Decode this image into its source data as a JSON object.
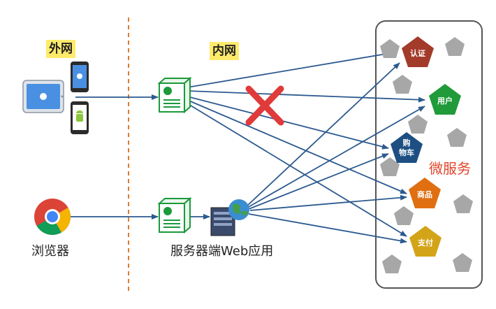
{
  "labels": {
    "external": "外网",
    "internal": "内网",
    "browser": "浏览器",
    "server_app": "服务器端Web应用",
    "microservices": "微服务"
  },
  "services": [
    {
      "key": "auth",
      "name": "认证",
      "color": "#a33b2a"
    },
    {
      "key": "user",
      "name": "用户",
      "color": "#219a3a"
    },
    {
      "key": "cart",
      "name": "购\n物车",
      "color": "#1d4f82"
    },
    {
      "key": "goods",
      "name": "商品",
      "color": "#e06f12"
    },
    {
      "key": "pay",
      "name": "支付",
      "color": "#d4a418"
    }
  ],
  "colors": {
    "arrow": "#2c5a8f",
    "divider": "#e07a2a",
    "gateway": "#1a9a3a",
    "blocked": "#e03a3a",
    "placeholder": "#a7a7a7",
    "label_bg": "#ffeb6b"
  },
  "icons": {
    "tablet": "tablet-apple-icon",
    "iphone": "iphone-icon",
    "android": "android-phone-icon",
    "chrome": "chrome-browser-icon",
    "gateway": "nginx-gateway-icon",
    "server": "web-server-icon",
    "blocked": "blocked-x-icon"
  }
}
